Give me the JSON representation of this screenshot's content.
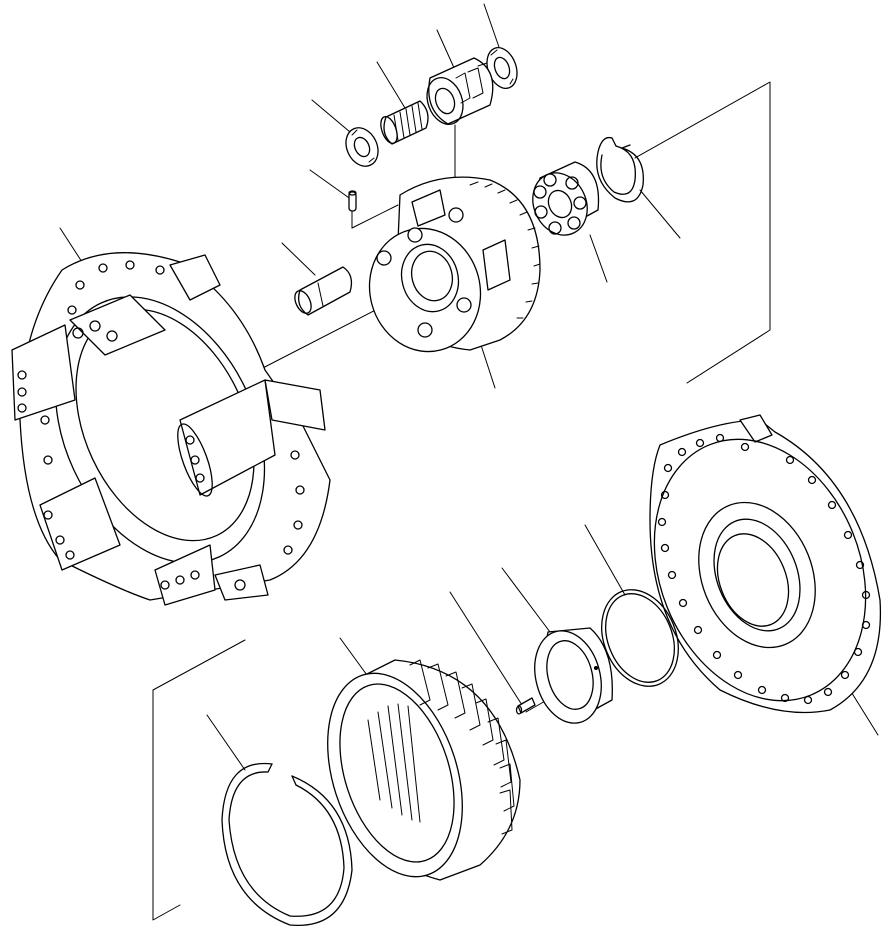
{
  "drawing": {
    "view": "exploded-assembly",
    "line_color": "#000000",
    "background_color": "#ffffff",
    "parts": [
      {
        "id": "thrust-washer-upper",
        "icon": "washer"
      },
      {
        "id": "needle-bearing",
        "icon": "roller-bearing"
      },
      {
        "id": "thrust-washer-lower",
        "icon": "washer"
      },
      {
        "id": "spring-pin",
        "icon": "pin"
      },
      {
        "id": "planet-shaft",
        "icon": "shaft"
      },
      {
        "id": "planet-carrier",
        "icon": "carrier"
      },
      {
        "id": "planet-gear",
        "icon": "gear"
      },
      {
        "id": "ball-bearing",
        "icon": "bearing"
      },
      {
        "id": "snap-ring-upper",
        "icon": "snap-ring"
      },
      {
        "id": "final-drive-case",
        "icon": "housing"
      },
      {
        "id": "hub-cover",
        "icon": "cover"
      },
      {
        "id": "o-ring",
        "icon": "o-ring"
      },
      {
        "id": "retainer",
        "icon": "retainer"
      },
      {
        "id": "dowel-pin",
        "icon": "pin"
      },
      {
        "id": "ring-gear",
        "icon": "ring-gear"
      },
      {
        "id": "snap-ring-lower",
        "icon": "snap-ring"
      }
    ]
  }
}
